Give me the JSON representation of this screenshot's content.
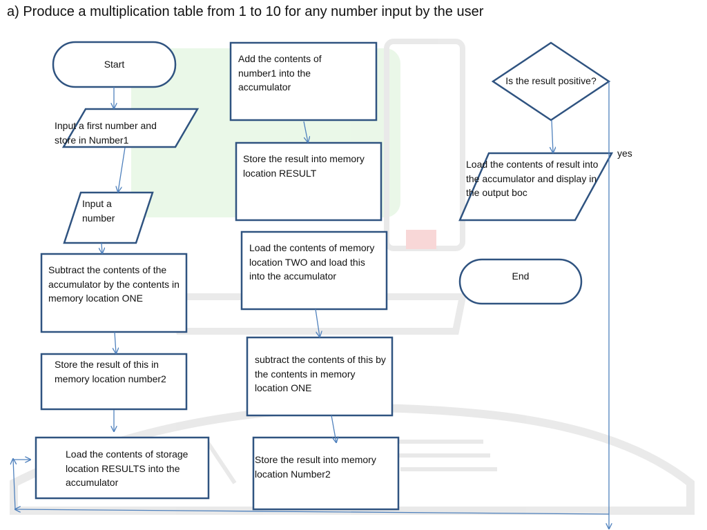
{
  "title": "a) Produce a multiplication table from 1 to 10 for any number input by the user",
  "colors": {
    "shape_stroke": "#2f5380",
    "connector": "#4f81bd",
    "watermark_green": "#d9f2d6",
    "watermark_gray": "#d8d8d8",
    "watermark_red": "#f3b8b8"
  },
  "nodes": {
    "start": "Start",
    "input_first": "Input a  first number and store in Number1",
    "input_number": "Input a number",
    "subtract_one": "Subtract  the contents of the accumulator by the contents in  memory location ONE",
    "store_number2": "Store the result of this in memory location number2",
    "load_results": "Load the contents of storage location RESULTS into the accumulator",
    "add_number1": "Add the contents of number1 into the accumulator",
    "store_result": "Store the result into memory location RESULT",
    "load_two": "Load the contents of memory location TWO and load this into the accumulator",
    "subtract_this": "subtract the contents of this by the contents in memory location ONE",
    "store_number2_b": "Store the result into memory location Number2",
    "decision": "Is the result positive?",
    "output": "Load the contents of result into the accumulator and display in the output boc",
    "end": "End"
  },
  "edge_labels": {
    "yes": "yes"
  }
}
